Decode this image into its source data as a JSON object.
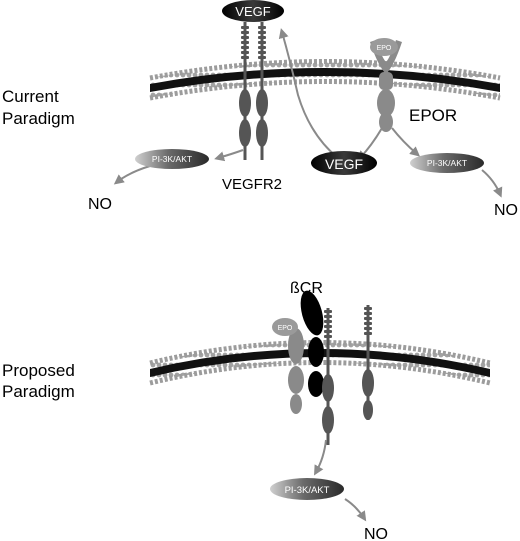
{
  "current": {
    "label_line1": "Current",
    "label_line2": "Paradigm",
    "vegf_top": "VEGF",
    "epo": "EPO",
    "epor": "EPOR",
    "vegf_bottom": "VEGF",
    "pi3k_left": "PI-3K/AKT",
    "pi3k_right": "PI-3K/AKT",
    "vegfr2": "VEGFR2",
    "no_left": "NO",
    "no_right": "NO"
  },
  "proposed": {
    "label_line1": "Proposed",
    "label_line2": "Paradigm",
    "bcr": "ßCR",
    "epo": "EPO",
    "pi3k": "PI-3K/AKT",
    "no": "NO"
  },
  "colors": {
    "membrane_head": "#9a9a9a",
    "membrane_core": "#111111",
    "receptor_gray": "#8a8a8a",
    "receptor_dark": "#3a3a3a",
    "black": "#000000"
  }
}
